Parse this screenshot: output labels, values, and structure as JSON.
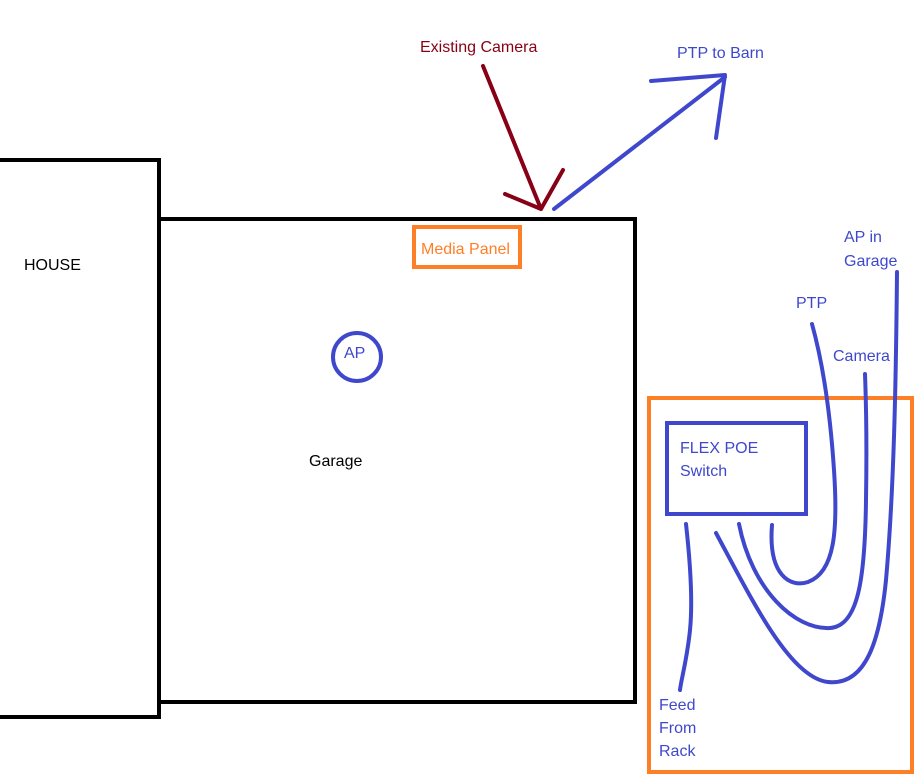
{
  "colors": {
    "black": "#000000",
    "blue": "#3f48cc",
    "orange": "#ff7f27",
    "dark_red": "#880015",
    "background": "#ffffff"
  },
  "labels": {
    "house": "HOUSE",
    "garage": "Garage",
    "media_panel": "Media Panel",
    "ap": "AP",
    "existing_camera": "Existing Camera",
    "ptp_to_barn": "PTP to Barn",
    "ap_in_garage": "AP in\nGarage",
    "ptp": "PTP",
    "camera": "Camera",
    "flex_poe_switch": "FLEX POE\nSwitch",
    "feed_from_rack": "Feed\nFrom\nRack"
  }
}
